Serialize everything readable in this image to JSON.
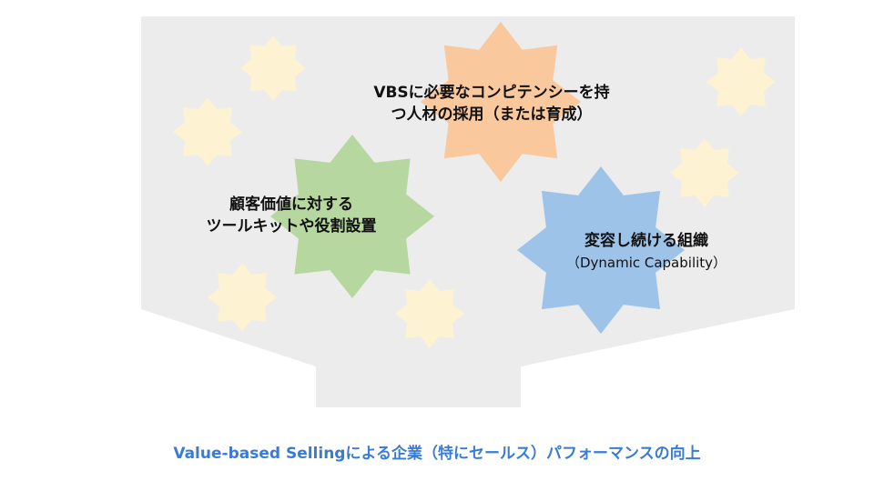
{
  "colors": {
    "funnel": "#ececec",
    "star_small": "#fdf3d2",
    "star_orange": "#f9c89c",
    "star_green": "#b7d7a0",
    "star_blue": "#9ec3e8",
    "caption": "#3a7bd5"
  },
  "elements": {
    "vbs_star": {
      "line1": "VBSに必要なコンピテンシーを持",
      "line2": "つ人材の採用（または育成）"
    },
    "toolkit_star": {
      "line1": "顧客価値に対する",
      "line2": "ツールキットや役割設置"
    },
    "org_star": {
      "line1": "変容し続ける組織",
      "line2": "（Dynamic Capability）"
    }
  },
  "caption": "Value-based Sellingによる企業（特にセールス）パフォーマンスの向上"
}
